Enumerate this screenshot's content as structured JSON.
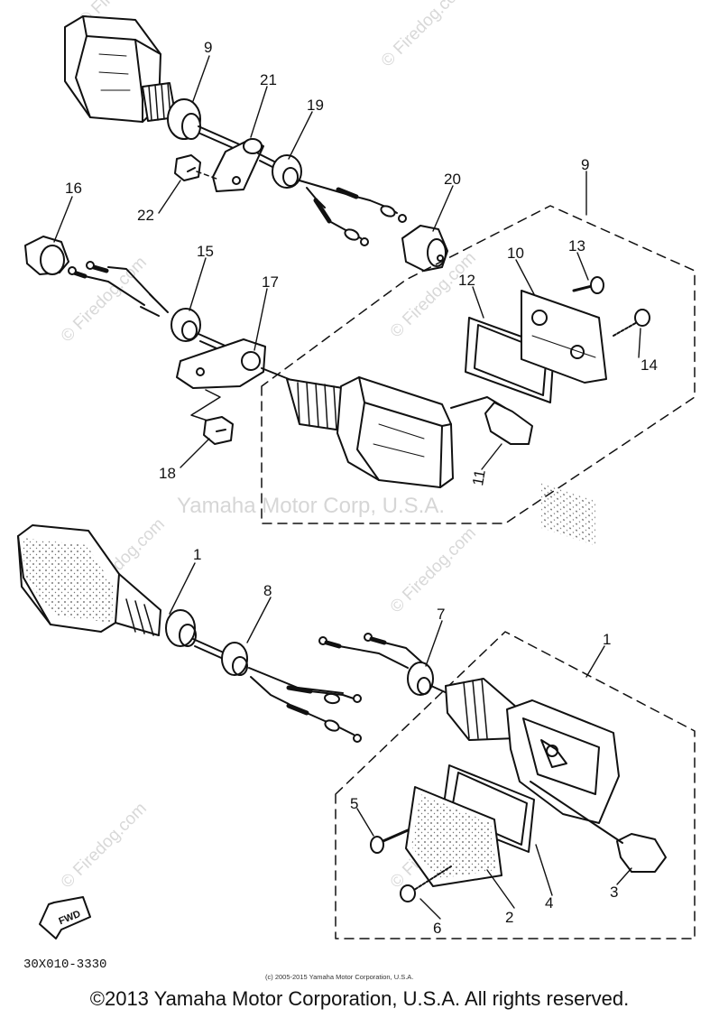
{
  "watermarks": {
    "site": "© Firedog.com",
    "company": "Yamaha Motor Corp, U.S.A."
  },
  "callouts": {
    "p1_top": "1",
    "p1_right": "1",
    "p2": "2",
    "p3": "3",
    "p4": "4",
    "p5": "5",
    "p6": "6",
    "p7": "7",
    "p8": "8",
    "p9_top": "9",
    "p9_right": "9",
    "p10": "10",
    "p11": "11",
    "p12": "12",
    "p13": "13",
    "p14": "14",
    "p15": "15",
    "p16": "16",
    "p17": "17",
    "p18": "18",
    "p19": "19",
    "p20": "20",
    "p21": "21",
    "p22": "22"
  },
  "fwd_label": "FWD",
  "diagram_code": "30X010-3330",
  "fine_print": "(c) 2005-2015 Yamaha Motor Corporation, U.S.A.",
  "copyright": "©2013 Yamaha Motor Corporation, U.S.A. All rights reserved."
}
